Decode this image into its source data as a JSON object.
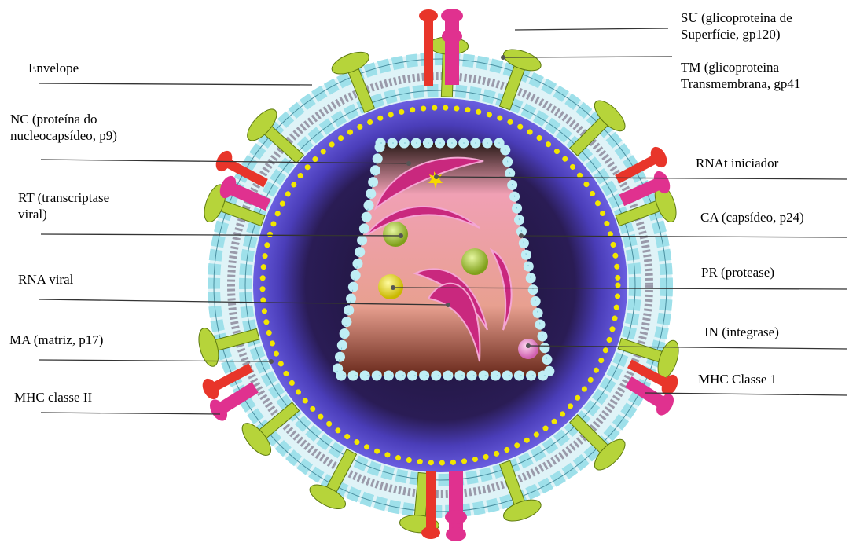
{
  "labels": {
    "envelope": "Envelope",
    "nc": [
      "NC (proteína do",
      "nucleocapsídeo, p9)"
    ],
    "rt": [
      "RT (transcriptase",
      "viral)"
    ],
    "rna": "RNA viral",
    "ma": "MA (matriz, p17)",
    "mhc2": "MHC classe II",
    "su": [
      "SU (glicoproteina  de",
      "Superfície, gp120)"
    ],
    "tm": [
      "TM (glicoproteina",
      "Transmembrana, gp41"
    ],
    "trna": "RNAt iniciador",
    "ca": "CA (capsídeo, p24)",
    "pr": "PR (protease)",
    "in": "IN (integrase)",
    "mhc1": "MHC Classe 1"
  },
  "colors": {
    "envelope_bubbles": "#9ee0ea",
    "matrix_blue": "#5a4fd6",
    "matrix_dots": "#f2e600",
    "capsid_bubbles": "#bfeef5",
    "glycoprotein": "#b6d43a",
    "mhc_red": "#e8352a",
    "mhc_pink": "#e0318f",
    "rna_magenta": "#c9287e"
  }
}
